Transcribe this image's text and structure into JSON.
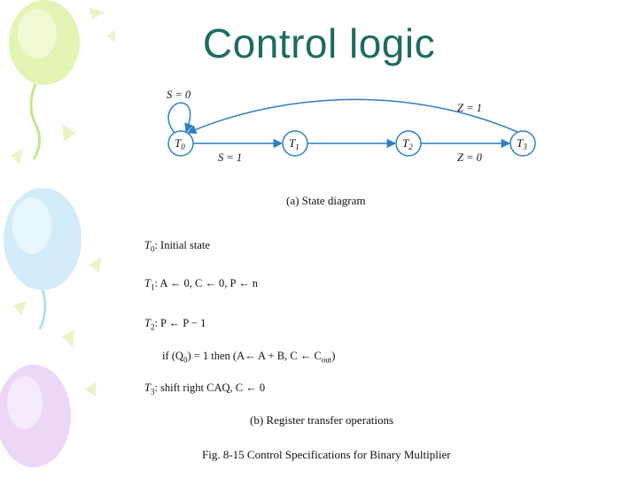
{
  "colors": {
    "title": "#1f6b63",
    "arrow": "#2f7fc4",
    "balloon_green": "#d7ef9f",
    "balloon_blue": "#bfe3f6",
    "balloon_purple": "#e4c9f2"
  },
  "slide": {
    "title": "Control logic"
  },
  "diagram": {
    "states": [
      "T0",
      "T1",
      "T2",
      "T3"
    ],
    "edge_labels": {
      "self_loop": "S = 0",
      "t0_t1": "S = 1",
      "t2_t3": "Z = 0",
      "t3_t0": "Z = 1"
    },
    "caption": "(a) State diagram"
  },
  "ops": {
    "t0_label": "T",
    "t0_sub": "0",
    "t0_text": ": Initial state",
    "t1_label": "T",
    "t1_sub": "1",
    "t1_text": ": A ← 0, C ← 0, P ← n",
    "t2_label": "T",
    "t2_sub": "2",
    "t2_text": ": P ← P − 1",
    "if_text": "if (Q",
    "if_sub": "0",
    "if_rest": ") = 1 then (A← A + B, C ← C",
    "if_cout": "out",
    "if_close": ")",
    "t3_label": "T",
    "t3_sub": "3",
    "t3_text": ": shift right CAQ, C ← 0",
    "caption": "(b) Register transfer operations"
  },
  "figure_caption": "Fig. 8-15  Control Specifications for Binary Multiplier"
}
